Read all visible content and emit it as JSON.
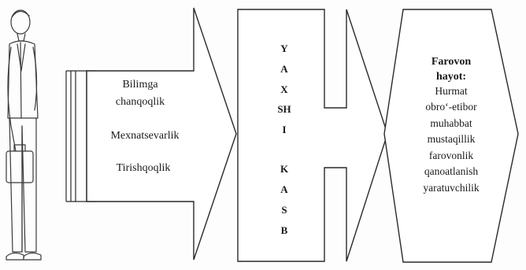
{
  "qualities": [
    [
      "Bilimga",
      "chanqoqlik"
    ],
    [
      "Mexnatsevarlik"
    ],
    [
      "Tirishqoqlik"
    ]
  ],
  "middle_letters": [
    "Y",
    "A",
    "X",
    "SH",
    "I",
    "",
    "K",
    "A",
    "S",
    "B"
  ],
  "result": {
    "title_lines": [
      "Farovon",
      "hayot:"
    ],
    "items": [
      "Hurmat",
      "obro‘-etibor",
      "muhabbat",
      "mustaqillik",
      "farovonlik",
      "qanoatlanish",
      "yaratuvchilik"
    ]
  },
  "colors": {
    "line": "#2a2a2a",
    "person": "#3a3a3a"
  },
  "icons": {
    "person": "person-with-briefcase-icon"
  }
}
